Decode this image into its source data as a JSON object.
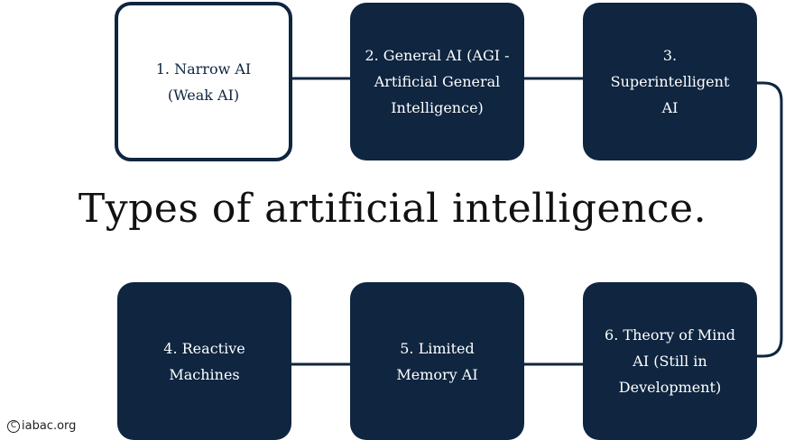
{
  "diagram": {
    "title": "Types of artificial intelligence.",
    "boxes": [
      {
        "label": "1. Narrow AI\n(Weak AI)"
      },
      {
        "label": "2. General AI (AGI -\nArtificial General\nIntelligence)"
      },
      {
        "label": "3.\nSuperintelligent\nAI"
      },
      {
        "label": "4. Reactive\nMachines"
      },
      {
        "label": "5. Limited\nMemory AI"
      },
      {
        "label": "6. Theory of Mind\nAI (Still in\nDevelopment)"
      }
    ]
  },
  "credit": {
    "copyright_symbol": "C",
    "text": "iabac.org"
  },
  "colors": {
    "box_fill": "#0f2540",
    "box_text": "#ffffff",
    "outline_box_border": "#0f2540",
    "connector": "#0f2540",
    "title_text": "#111111"
  }
}
